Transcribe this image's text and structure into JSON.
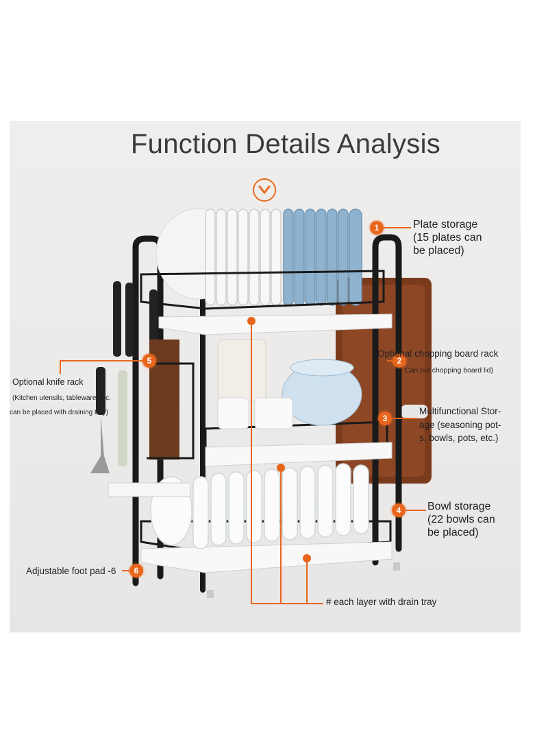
{
  "title": "Function Details Analysis",
  "accent_color": "#e8661c",
  "icons": [
    "chevron-down-icon"
  ],
  "callouts": [
    {
      "id": "plate",
      "number": "1",
      "lines": [
        "Plate storage",
        "(15 plates can",
        "be placed)"
      ]
    },
    {
      "id": "chopping",
      "number": "2",
      "lines": [
        "Optional chopping board rack",
        "Can put chopping board lid)"
      ]
    },
    {
      "id": "multi",
      "number": "3",
      "lines": [
        "Multifunctional Stor-",
        "age (seasoning pot-",
        "s, bowls, pots, etc.)"
      ]
    },
    {
      "id": "bowl",
      "number": "4",
      "lines": [
        "Bowl storage",
        "(22 bowls can",
        "be placed)"
      ]
    },
    {
      "id": "knife",
      "number": "5",
      "lines": [
        "Optional knife rack",
        "(Kitchen utensils, tableware, etc.",
        "can be placed with draining tray)"
      ]
    },
    {
      "id": "foot",
      "number": "6",
      "lines": [
        "Adjustable foot pad -6"
      ]
    },
    {
      "id": "tray",
      "number": "",
      "lines": [
        "# each layer with drain tray"
      ]
    }
  ]
}
